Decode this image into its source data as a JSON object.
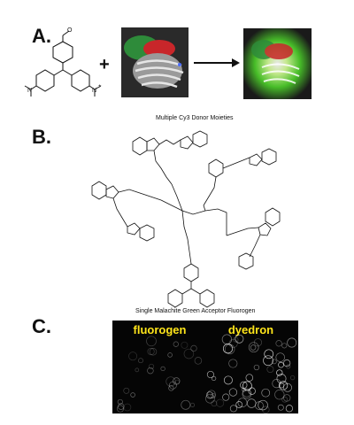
{
  "panels": {
    "a": {
      "label": "A."
    },
    "b": {
      "label": "B."
    },
    "c": {
      "label": "C."
    }
  },
  "panel_a": {
    "plus": "+",
    "arrow": "→",
    "atoms": {
      "methoxy": "O",
      "amine_left": "N",
      "amine_right": "N"
    },
    "charge": "+"
  },
  "panel_b": {
    "caption_top": "Multiple Cy3 Donor Moieties",
    "caption_bottom": "Single Malachite Green Acceptor Fluorogen"
  },
  "panel_c": {
    "left_title": "fluorogen",
    "right_title": "dyedron",
    "title_color": "#ffe51a"
  },
  "colors": {
    "protein_green": "#2e8b3a",
    "protein_red": "#c8262a",
    "glow_green": "#7cff3a",
    "text": "#111111"
  }
}
